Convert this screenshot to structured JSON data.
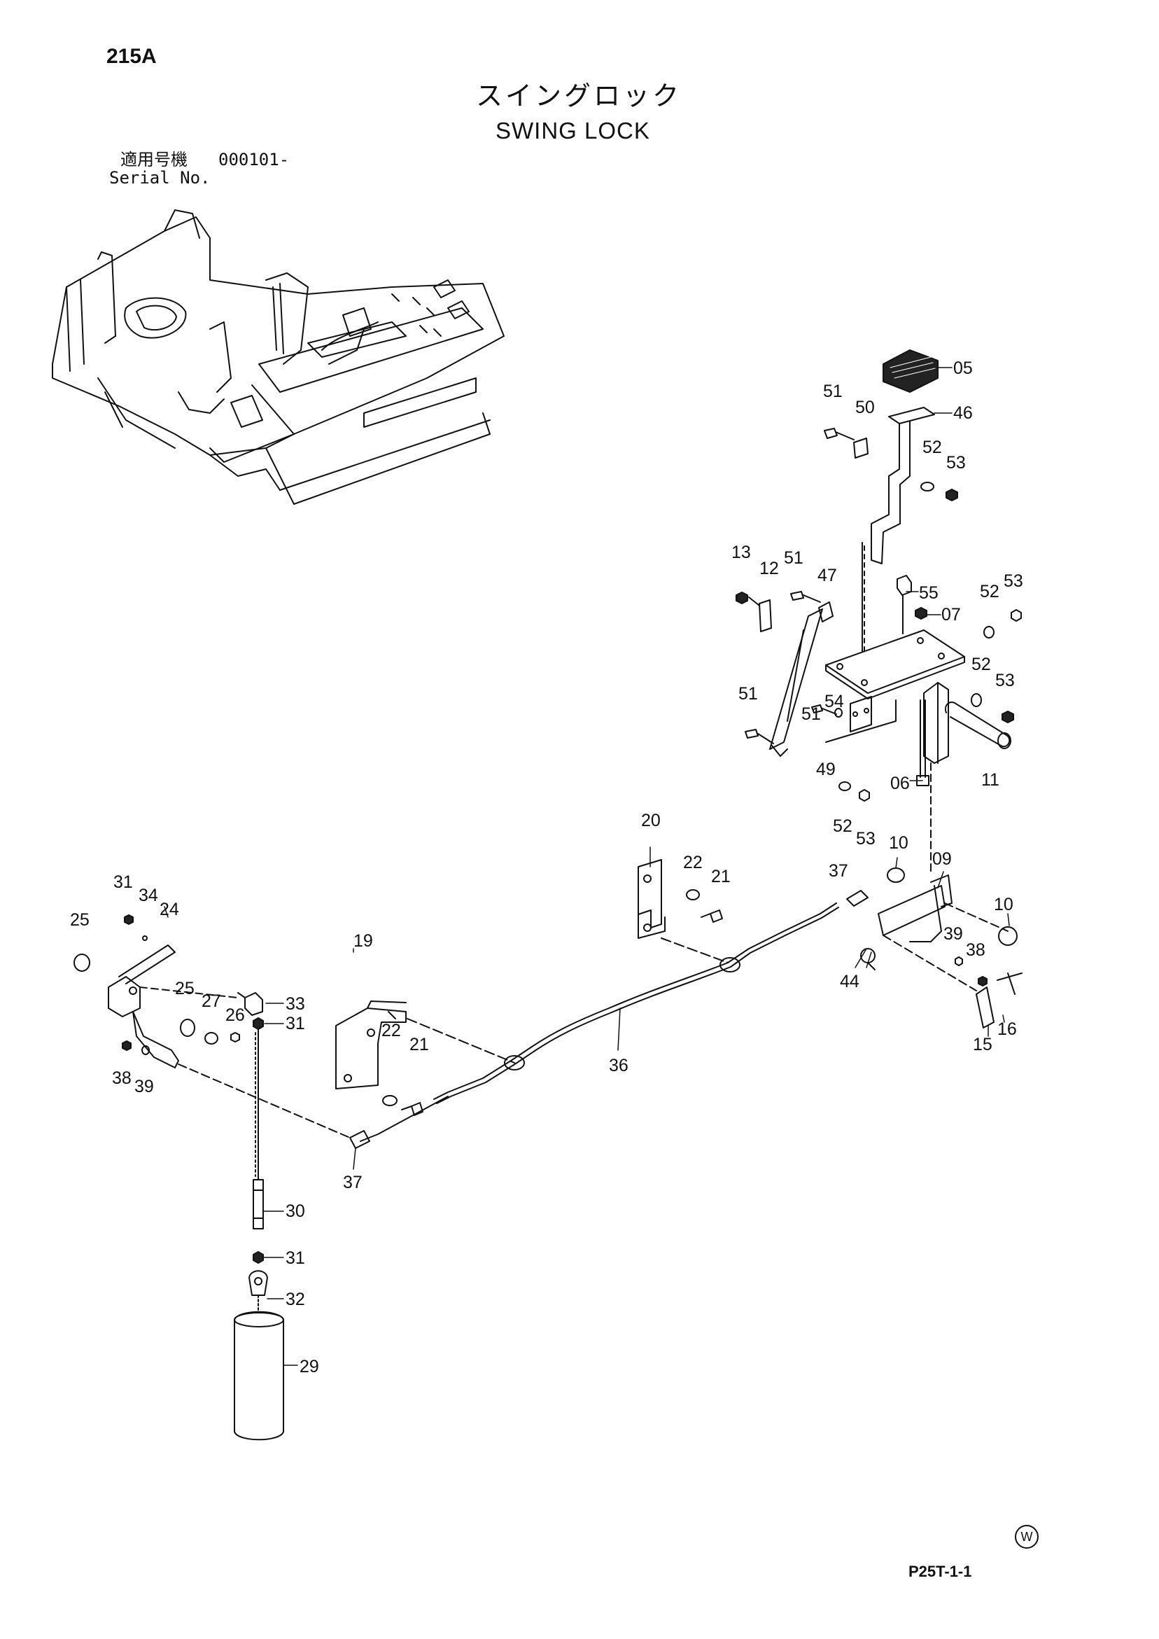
{
  "page_number": "215A",
  "title_jp": "スイングロック",
  "title_en": "SWING LOCK",
  "serial": {
    "label_jp": "適用号機",
    "value": "000101-",
    "label_en": "Serial No."
  },
  "drawing_code": "P25T-1-1",
  "mark": "W",
  "callouts": [
    {
      "id": "c05",
      "text": "05"
    },
    {
      "id": "c46",
      "text": "46"
    },
    {
      "id": "c51a",
      "text": "51"
    },
    {
      "id": "c50",
      "text": "50"
    },
    {
      "id": "c52a",
      "text": "52"
    },
    {
      "id": "c53a",
      "text": "53"
    },
    {
      "id": "c13",
      "text": "13"
    },
    {
      "id": "c12",
      "text": "12"
    },
    {
      "id": "c51b",
      "text": "51"
    },
    {
      "id": "c47",
      "text": "47"
    },
    {
      "id": "c55",
      "text": "55"
    },
    {
      "id": "c07",
      "text": "07"
    },
    {
      "id": "c52b",
      "text": "52"
    },
    {
      "id": "c53b",
      "text": "53"
    },
    {
      "id": "c52c",
      "text": "52"
    },
    {
      "id": "c53c",
      "text": "53"
    },
    {
      "id": "c51c",
      "text": "51"
    },
    {
      "id": "c54",
      "text": "54"
    },
    {
      "id": "c51d",
      "text": "51"
    },
    {
      "id": "c49",
      "text": "49"
    },
    {
      "id": "c06",
      "text": "06"
    },
    {
      "id": "c11",
      "text": "11"
    },
    {
      "id": "c52d",
      "text": "52"
    },
    {
      "id": "c53d",
      "text": "53"
    },
    {
      "id": "c20",
      "text": "20"
    },
    {
      "id": "c22a",
      "text": "22"
    },
    {
      "id": "c21a",
      "text": "21"
    },
    {
      "id": "c10a",
      "text": "10"
    },
    {
      "id": "c09",
      "text": "09"
    },
    {
      "id": "c37a",
      "text": "37"
    },
    {
      "id": "c10b",
      "text": "10"
    },
    {
      "id": "c39a",
      "text": "39"
    },
    {
      "id": "c38a",
      "text": "38"
    },
    {
      "id": "c44",
      "text": "44"
    },
    {
      "id": "c16",
      "text": "16"
    },
    {
      "id": "c15",
      "text": "15"
    },
    {
      "id": "c31a",
      "text": "31"
    },
    {
      "id": "c34",
      "text": "34"
    },
    {
      "id": "c24",
      "text": "24"
    },
    {
      "id": "c25a",
      "text": "25"
    },
    {
      "id": "c19",
      "text": "19"
    },
    {
      "id": "c25b",
      "text": "25"
    },
    {
      "id": "c27",
      "text": "27"
    },
    {
      "id": "c26",
      "text": "26"
    },
    {
      "id": "c33",
      "text": "33"
    },
    {
      "id": "c31b",
      "text": "31"
    },
    {
      "id": "c22b",
      "text": "22"
    },
    {
      "id": "c21b",
      "text": "21"
    },
    {
      "id": "c36",
      "text": "36"
    },
    {
      "id": "c38b",
      "text": "38"
    },
    {
      "id": "c39b",
      "text": "39"
    },
    {
      "id": "c37b",
      "text": "37"
    },
    {
      "id": "c30",
      "text": "30"
    },
    {
      "id": "c31c",
      "text": "31"
    },
    {
      "id": "c32",
      "text": "32"
    },
    {
      "id": "c29",
      "text": "29"
    }
  ]
}
